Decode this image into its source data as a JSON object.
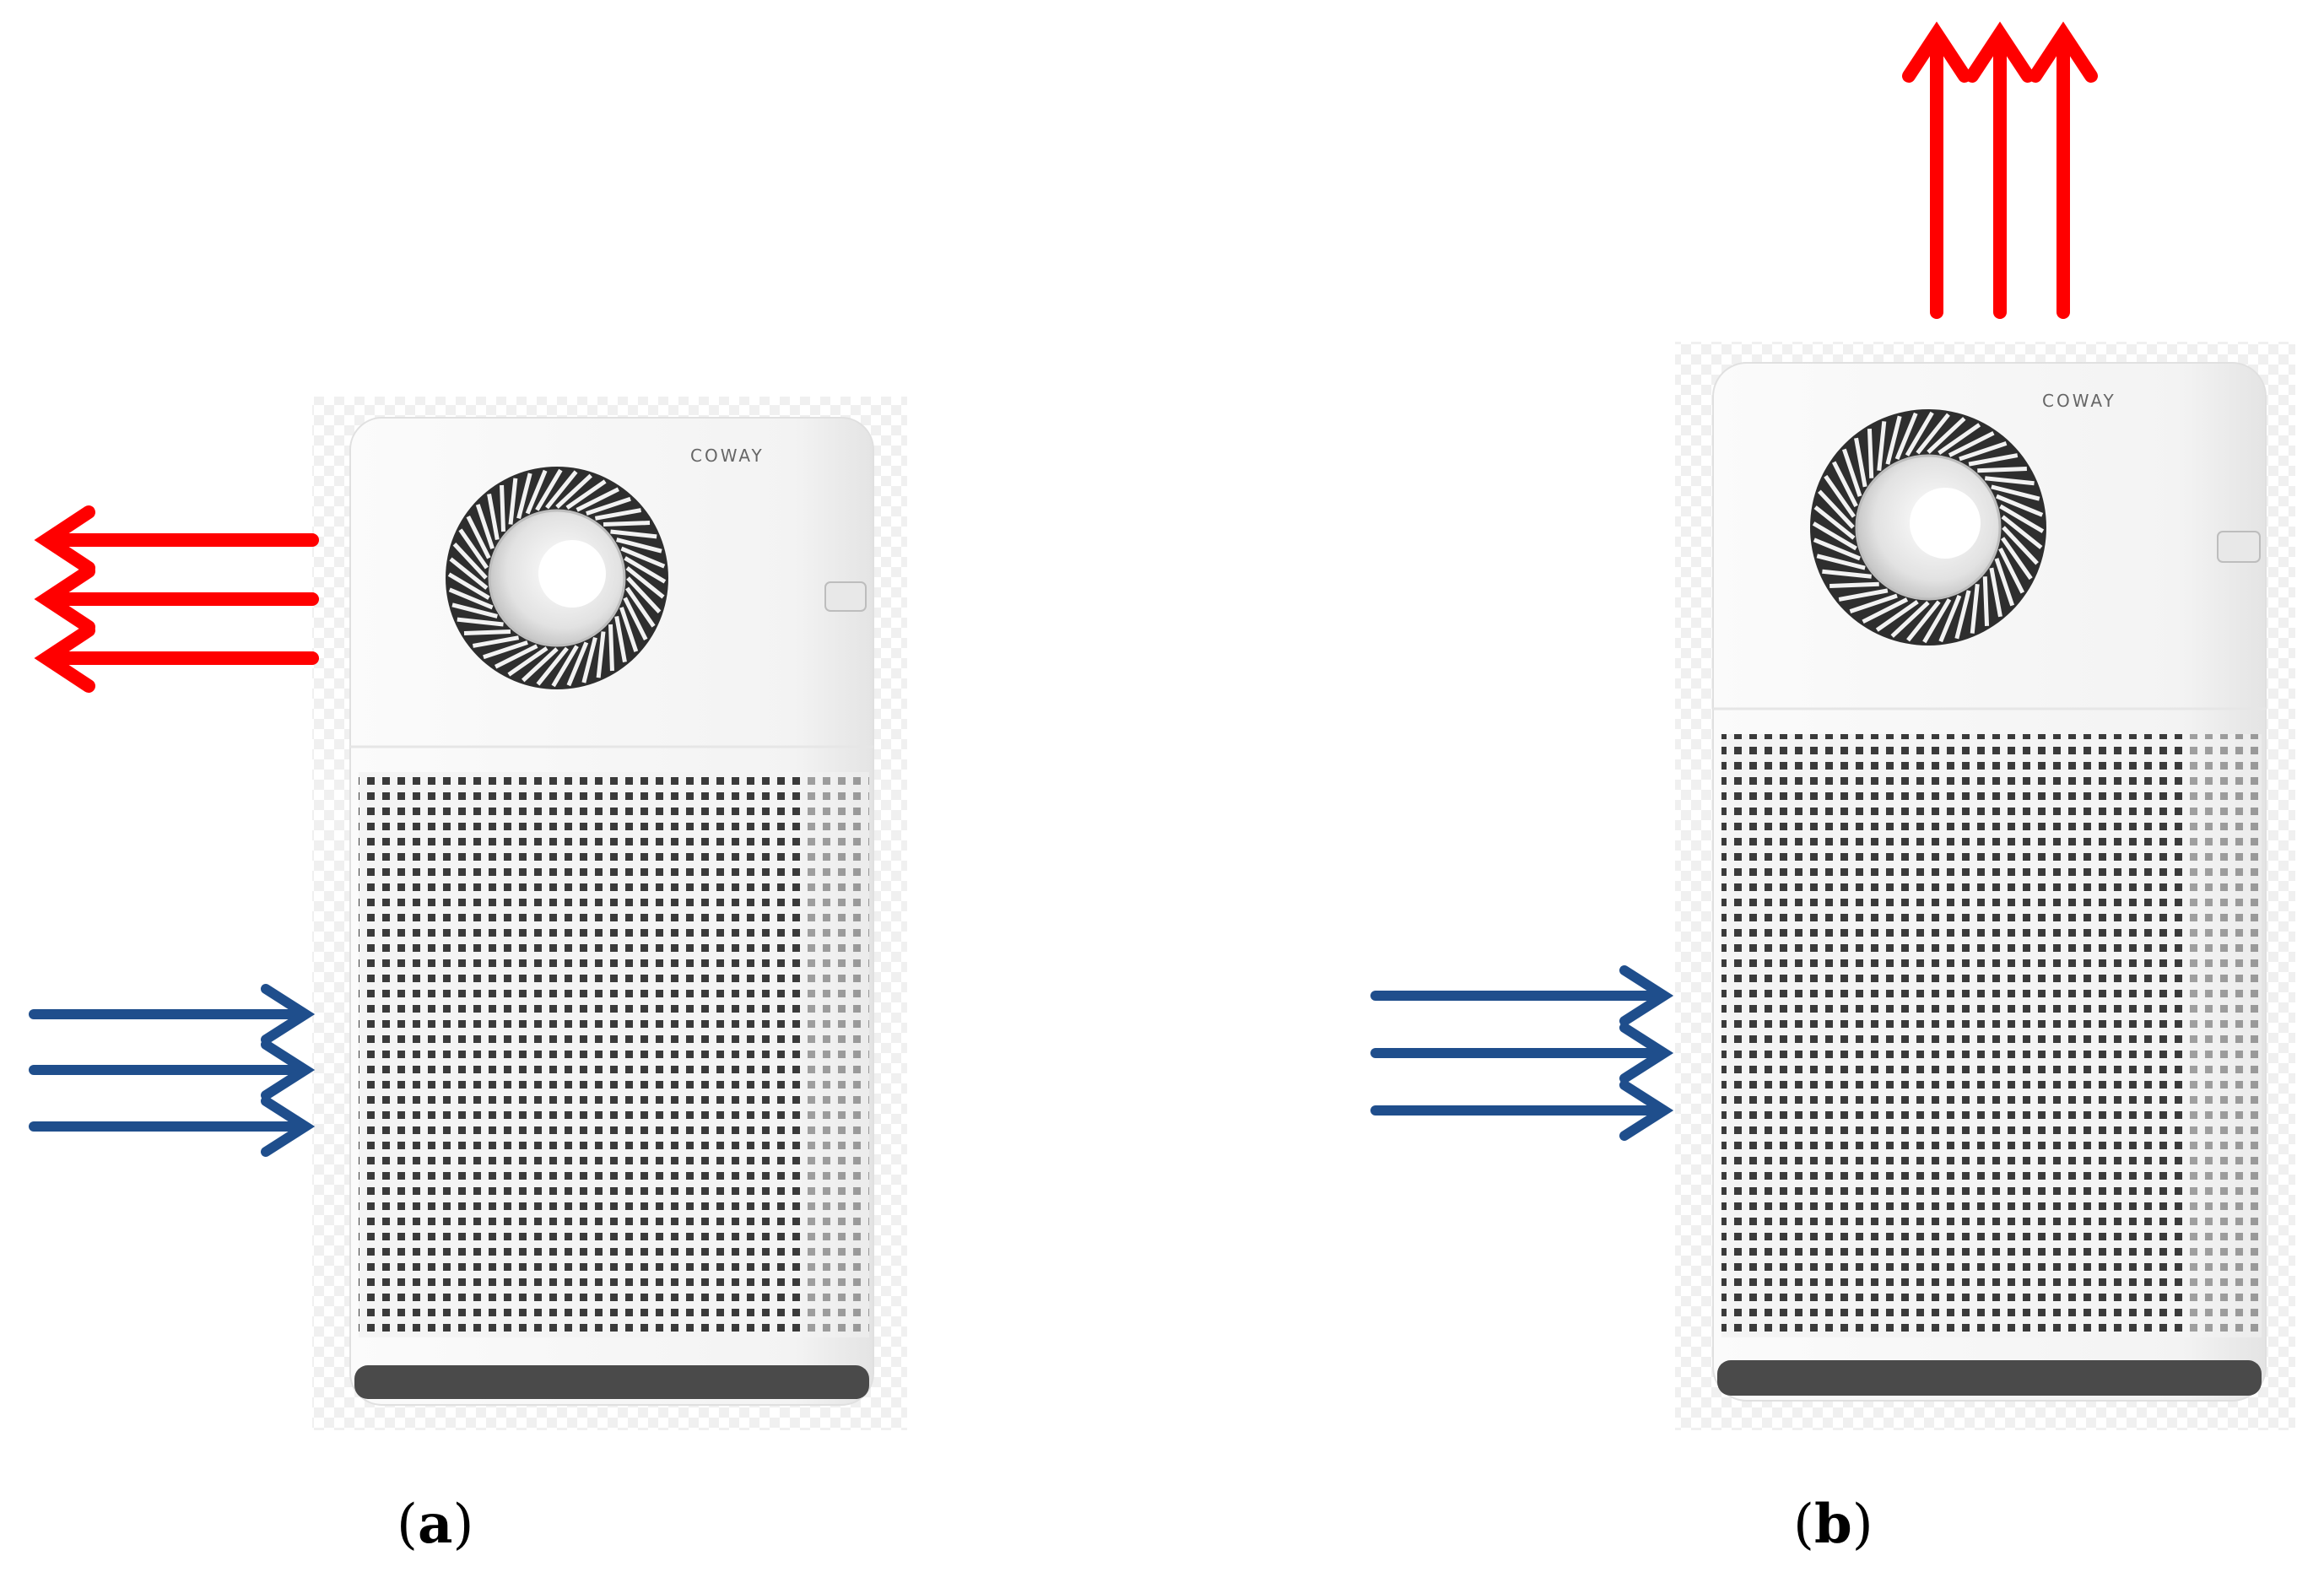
{
  "brand_text": "COWAY",
  "colors": {
    "outflow": "#ff0000",
    "inflow": "#1f4e8c",
    "body": "#f6f6f6",
    "grille_hole": "#3a3a3a",
    "base": "#4a4a4a"
  },
  "panels": [
    {
      "label_open": "(",
      "label_letter": "a",
      "label_close": ")",
      "outflow_direction": "left",
      "inflow_direction": "right"
    },
    {
      "label_open": "(",
      "label_letter": "b",
      "label_close": ")",
      "outflow_direction": "up",
      "inflow_direction": "right"
    }
  ],
  "icons": {
    "arrow_out": "arrow-out-icon",
    "arrow_in": "arrow-in-icon",
    "fan": "fan-icon"
  }
}
